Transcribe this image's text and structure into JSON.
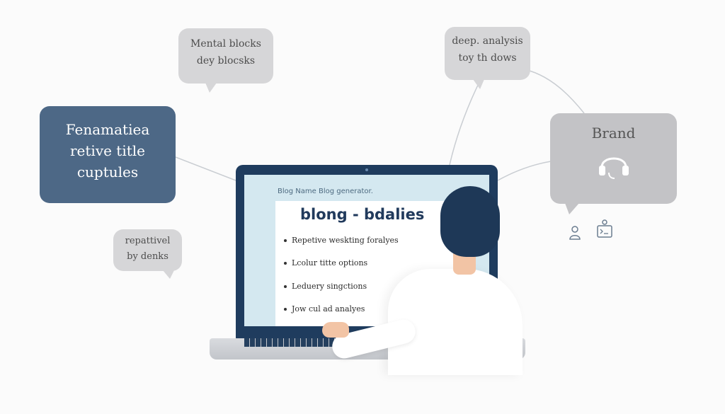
{
  "bubbles": {
    "mental_blocks": [
      "Mental blocks",
      "dey blocsks"
    ],
    "deep_analysis": [
      "deep. analysis",
      "toy th dows"
    ],
    "formatting": [
      "Fenamatiea",
      "retive title",
      "cuptules"
    ],
    "brand": {
      "label": "Brand",
      "icon": "headset-icon"
    },
    "repetitive": [
      "repattivel",
      "by denks"
    ]
  },
  "laptop": {
    "app_name": "Blog Name Blog generator.",
    "title": "blong  -  bdalies",
    "items": [
      "Repetive weskting foralyes",
      "Lcolur titte options",
      "Leduery singctions",
      "Jow cul ad analyes"
    ]
  },
  "icons": [
    "user-icon",
    "terminal-icon"
  ],
  "colors": {
    "accent_blue": "#4d6886",
    "laptop_frame": "#1f3c5e",
    "screen": "#d4e8f0",
    "bubble_gray": "#d6d6d8"
  }
}
